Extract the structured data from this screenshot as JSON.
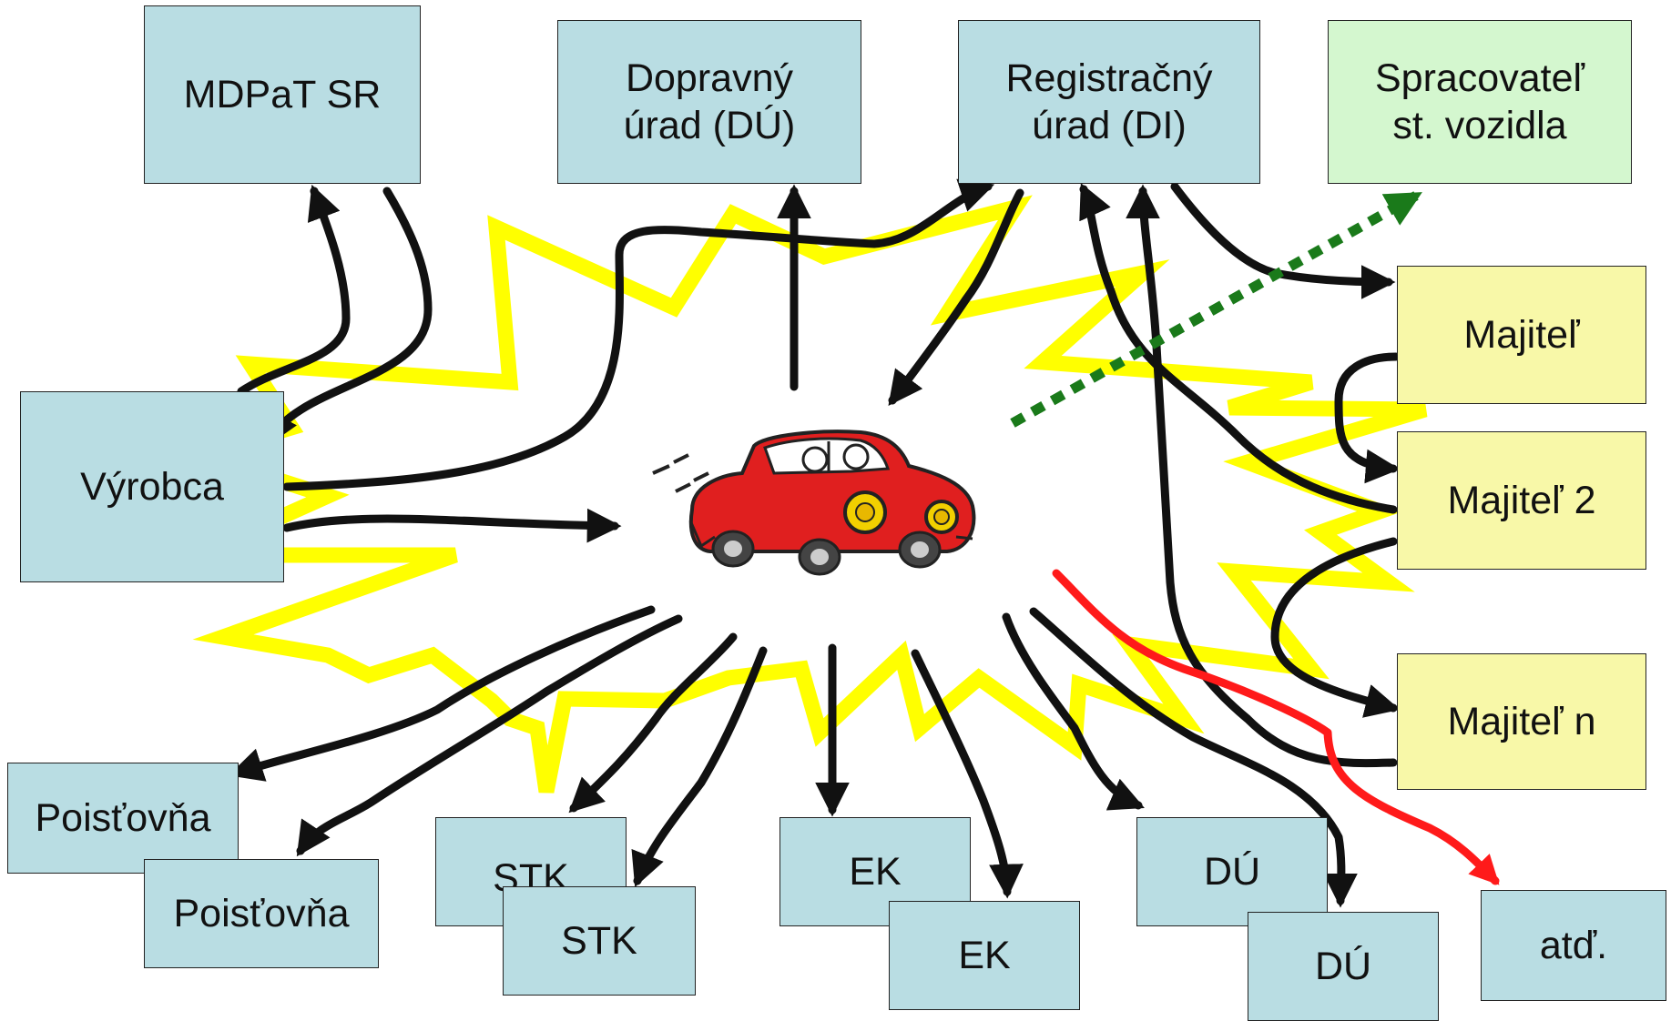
{
  "colors": {
    "node_fill": "#b9dde3",
    "processor_fill": "#d4f7cf",
    "owner_fill": "#f8f8a8",
    "burst": "#ffff00",
    "arrow": "#111111",
    "dotted_arrow": "#1a7a1a",
    "red_arrow": "#ff1a1a"
  },
  "nodes": {
    "ministry": "MDPaT SR",
    "transport_office": "Dopravný\núrad (DÚ)",
    "registration_office": "Registračný\núrad (DI)",
    "vehicle_processor": "Spracovateľ\nst. vozidla",
    "manufacturer": "Výrobca",
    "owner_1": "Majiteľ",
    "owner_2": "Majiteľ 2",
    "owner_n": "Majiteľ n",
    "insurer_1": "Poisťovňa",
    "insurer_2": "Poisťovňa",
    "stk_1": "STK",
    "stk_2": "STK",
    "ek_1": "EK",
    "ek_2": "EK",
    "du_1": "DÚ",
    "du_2": "DÚ",
    "etc": "atď."
  },
  "center": {
    "icon": "red-car-icon"
  }
}
